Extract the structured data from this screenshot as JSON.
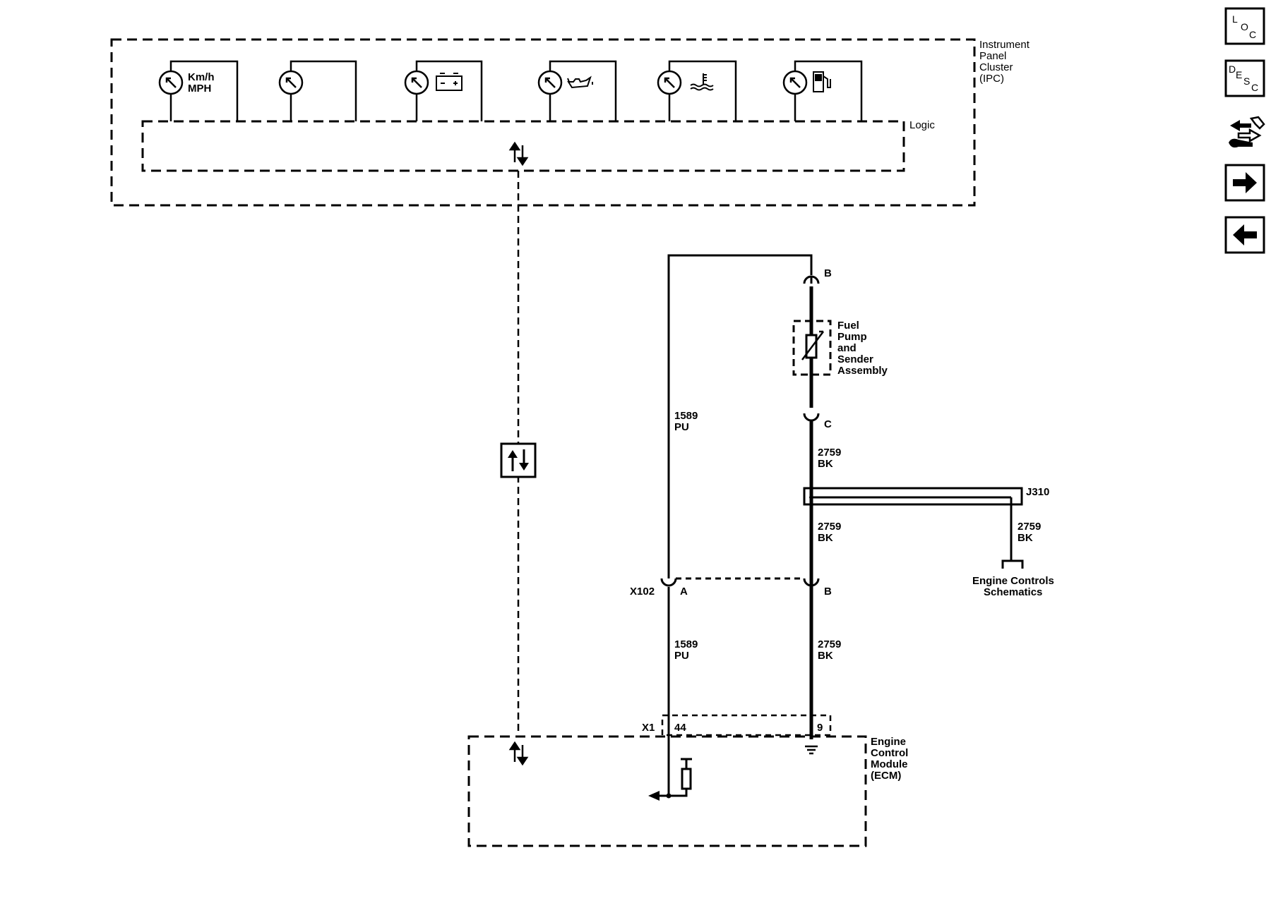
{
  "ipc": {
    "title_lines": [
      "Instrument",
      "Panel",
      "Cluster",
      "(IPC)"
    ],
    "logic_label": "Logic",
    "speedometer_units": [
      "Km/h",
      "MPH"
    ]
  },
  "fuel_pump": {
    "label_lines": [
      "Fuel",
      "Pump",
      "and",
      "Sender",
      "Assembly"
    ],
    "pin_top": "B",
    "pin_bottom": "C"
  },
  "wires": {
    "signal_circuit": "1589",
    "signal_color": "PU",
    "ground_circuit": "2759",
    "ground_color": "BK"
  },
  "splice": {
    "label": "J310"
  },
  "engine_controls": {
    "label_lines": [
      "Engine Controls",
      "Schematics"
    ]
  },
  "connector_x102": {
    "label": "X102",
    "pin_a": "A",
    "pin_b": "B"
  },
  "connector_x1": {
    "label": "X1",
    "pin_signal": "44",
    "pin_ground": "9"
  },
  "ecm": {
    "label_lines": [
      "Engine",
      "Control",
      "Module",
      "(ECM)"
    ]
  },
  "nav": {
    "loc": [
      "L",
      "O",
      "C"
    ],
    "desc": [
      "D",
      "E",
      "S",
      "C"
    ]
  }
}
